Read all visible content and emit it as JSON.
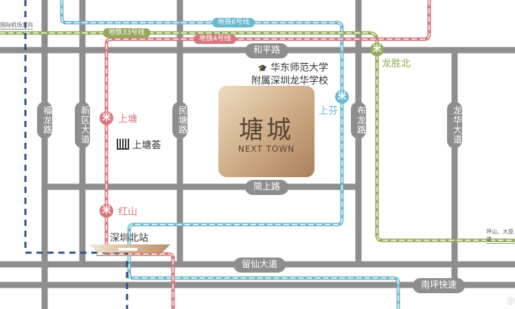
{
  "colors": {
    "road": "#8e8e8e",
    "line6": "#6cb8d0",
    "line33": "#94a95b",
    "line4": "#d7777c",
    "airport": "#2f4d80",
    "gold": "#c9a57f"
  },
  "roads": {
    "heping": "和平路",
    "jianshang": "简上路",
    "liuxian": "留仙大道",
    "nanping": "南坪快速",
    "fulong": "福龙路",
    "xinqu": "新区大道",
    "mintang": "民塘路",
    "bulong": "布龙路",
    "longhua": "龙华大道"
  },
  "lines": {
    "line6": "地铁6号线",
    "line33": "地铁33号线",
    "line4": "地铁4号线"
  },
  "stations": {
    "shangtang": "上塘",
    "hongshan": "红山",
    "shangfen": "上芬",
    "longshengbei": "龙胜北",
    "shenzhenbei": "深圳北站",
    "metro_icon": "metro-icon"
  },
  "directions": {
    "airport": "国际机场方向",
    "pingshan": "坪山、大亚湾"
  },
  "school": {
    "line1": "华东师范大学",
    "line2": "附属深圳龙华学校"
  },
  "project": {
    "name": "塘城",
    "english": "NEXT TOWN"
  },
  "landmark": {
    "name": "上塘荟"
  },
  "corner": "示"
}
